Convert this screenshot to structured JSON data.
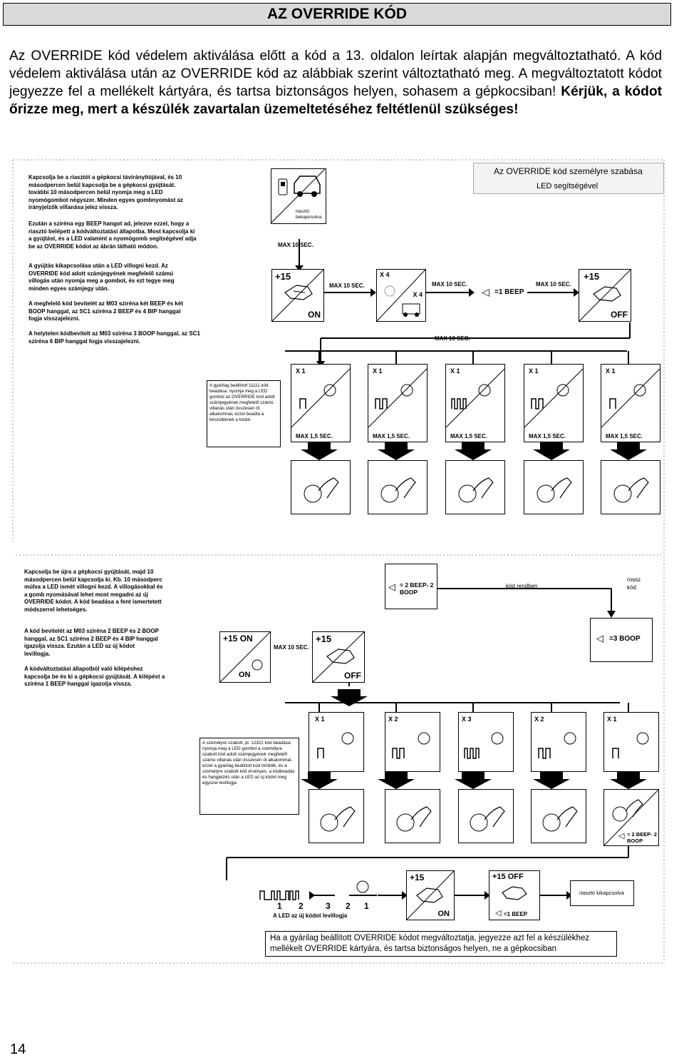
{
  "title": "AZ OVERRIDE KÓD",
  "intro": {
    "p1": "Az OVERRIDE kód védelem aktiválása előtt a kód a 13. oldalon leírtak alapján megváltoztatható. A kód védelem aktiválása után az OVERRIDE kód az alábbiak szerint változtatható meg. A megváltoztatott kódot jegyezze fel a mellékelt kártyára, és tartsa biztonságos helyen, sohasem a gépkocsiban! ",
    "p2": "Kérjük, a kódot őrizze meg, mert a készülék zavartalan üzemeltetéséhez feltétlenül szükséges!"
  },
  "diagram": {
    "header_title": "Az OVERRIDE kód személyre szabása",
    "header_sub": "LED segítségével",
    "left_texts": [
      "Kapcsolja be a riasztót a gépkocsi távirányítójával, és 10 másodpercen belül kapcsolja be a gépkocsi gyújtását. további 10 másodpercen belül nyomja meg a LED nyomógombot négyszer. Minden egyes gombnyomást az irányjelzők villanása jelez vissza.",
      "Ezután a sziréna egy BEEP hangot ad, jelezve ezzel, hogy a riasztó belépett a kódváltoztatási állapotba. Most kapcsolja ki a gyújtást, és a LED valamint a nyomógomb segítségével adja be az OVERRIDE kódot az ábrán látható módon.",
      "A gyújtás kikapcsolása után a LED villogni kezd. Az OVERRIDE kód adott számjegyének megfelelő számú villogás után nyomja meg a gombot, és ezt tegye meg minden egyes számjegy után.",
      "A megfelelő kód bevitelét az M03 sziréna két BEEP és két BOOP hanggal, az SC1 sziréna 2 BEEP és 4 BIP hanggal fogja visszajelezni.",
      "A helytelen kódbevitelt az M03 sziréna 3 BOOP hanggal, az SC1 sziréna 6 BIP hanggal fogja visszajelezni."
    ],
    "riaszto_bekapcsolva": "riasztó bekapcsolva",
    "max10": "MAX 10 SEC.",
    "max15": "MAX 1,5 SEC.",
    "plus15": "+15",
    "on": "ON",
    "off": "OFF",
    "x4": "X 4",
    "x1": "X 1",
    "x2": "X 2",
    "x3": "X 3",
    "beep1": "=1 BEEP",
    "factory_note": "A gyárilag beállított 11111 kód beadása: nyomja meg a LED gombot az OVERRIDE kód adott számjegyének megfelelő számú villanás után összesen öt alkalommal, ezzel beadta a készüléknek a kódot.",
    "left_texts2": [
      "Kapcsolja be újra a gépkocsi gyújtását, majd 10 másodpercen belül kapcsolja ki. Kb. 10 másodperc múlva a LED ismét villogni kezd. A villogásokkal és a gomb nyomásával lehet most megadni az új OVERRIDE kódot. A kód beadása a fent ismertetett módszerrel lehetséges.",
      "A kód bevitelét az M03 sziréna 2 BEEP és 2 BOOP hanggal, az SC1 sziréna 2 BEEP és 4 BIP hanggal igazolja vissza. Ezután a LED az új kódot levillogja.",
      "A kódváltoztatási állapotból való kilépéshez kapcsolja be és ki a gépkocsi gyújtását. A kilépést a sziréna 1 BEEP hanggal igazolja vissza."
    ],
    "beep2boop2": "= 2 BEEP- 2 BOOP",
    "kod_rendben": "kód rendben",
    "rossz_kod": "rossz kód",
    "boop3": "=3 BOOP",
    "plus15on": "+15 ON",
    "plus15off": "+15 OFF",
    "personal_note": "A személyre szabott, pl. 12321 kód beadása: nyomja meg a LED gombot a személyre szabott kód adott számjegyének megfelelő számú villanás után összesen öt alkalommal, ezzel a gyárilag beállított kód törlődik, és a személyre szabott kód érvényes. a kódbeadás és hangjelzés után a LED az új kódot meg egyszer levillogja",
    "digits": [
      "1",
      "2",
      "3",
      "2",
      "1"
    ],
    "led_note": "A LED az új kódot levillogja",
    "riaszto_ki": "riasztó kikapcsolva",
    "final_note": "Ha a gyárilag beállított OVERRIDE kódot megváltoztatja, jegyezze azt fel a készülékhez mellékelt OVERRIDE kártyára, és tartsa biztonságos helyen, ne a gépkocsiban"
  },
  "page_number": "14"
}
